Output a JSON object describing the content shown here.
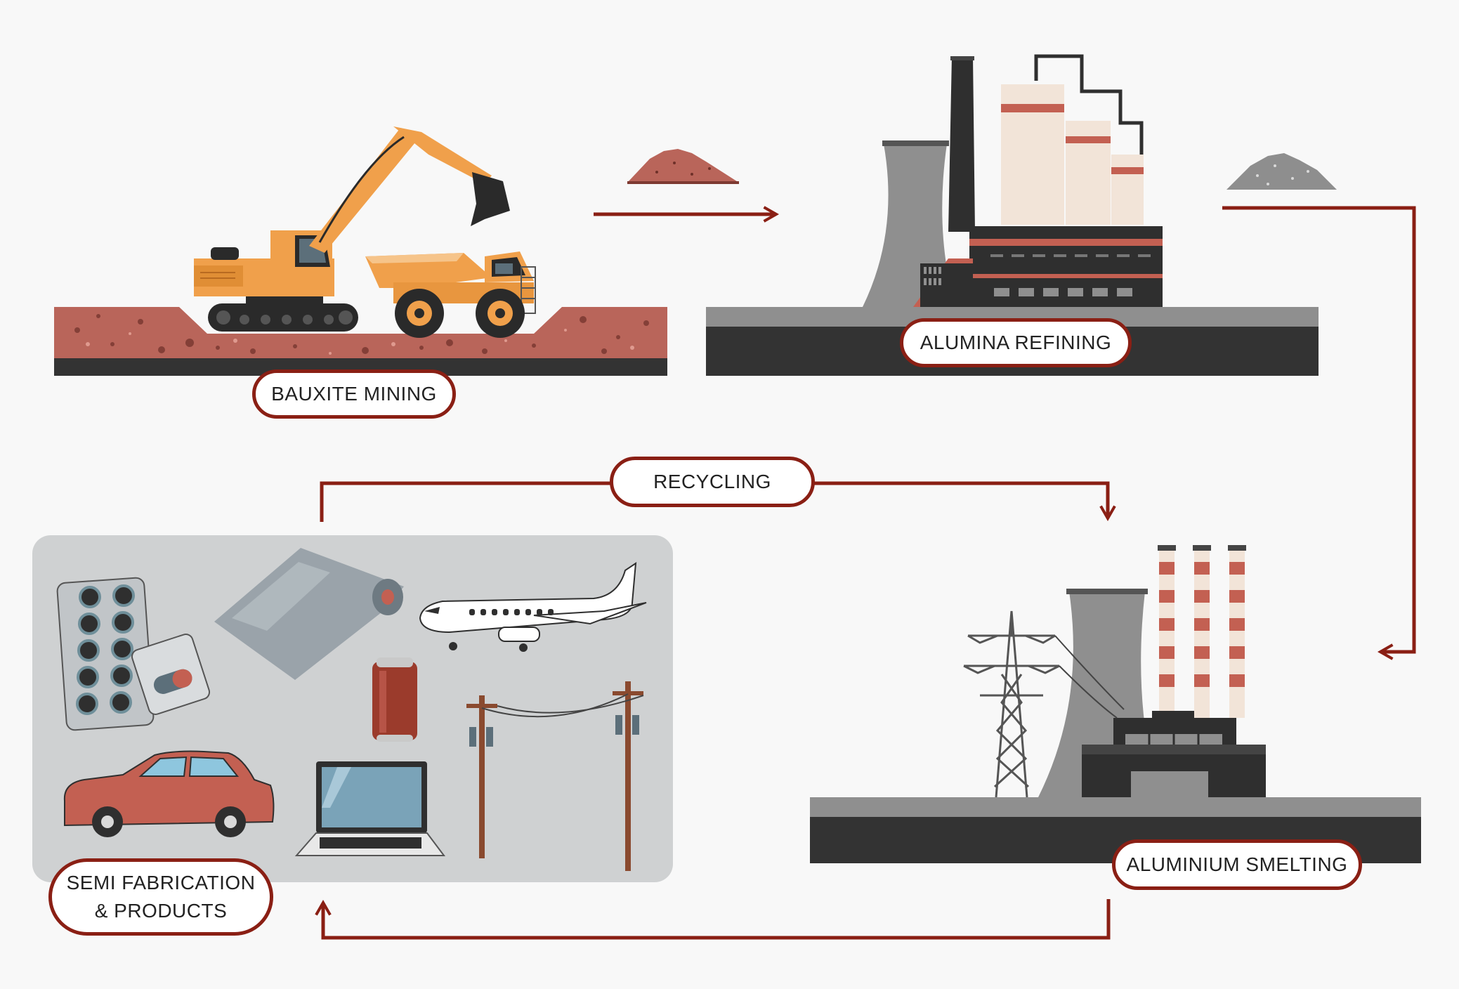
{
  "labels": {
    "bauxite_mining": "BAUXITE MINING",
    "alumina_refining": "ALUMINA REFINING",
    "recycling": "RECYCLING",
    "aluminium_smelting": "ALUMINIUM SMELTING",
    "semi_fabrication_line1": "SEMI FABRICATION",
    "semi_fabrication_line2": "& PRODUCTS"
  },
  "colors": {
    "arrow": "#8a1f14",
    "bauxite_ground": "#b9655a",
    "alumina_powder": "#8e8e8e",
    "excavator": "#f0a04b",
    "products_panel": "#cfd1d2",
    "ground_dark": "#333333"
  },
  "icons": {
    "mining": [
      "excavator-icon",
      "dump-truck-icon",
      "bauxite-pile-icon"
    ],
    "refining": [
      "refinery-icon",
      "cooling-tower-icon",
      "alumina-pile-icon"
    ],
    "smelting": [
      "smelter-icon",
      "power-pylon-icon",
      "chimney-icon"
    ],
    "products": [
      "blister-pack-icon",
      "foil-roll-icon",
      "airplane-icon",
      "soda-can-icon",
      "car-icon",
      "laptop-icon",
      "utility-poles-icon"
    ]
  }
}
